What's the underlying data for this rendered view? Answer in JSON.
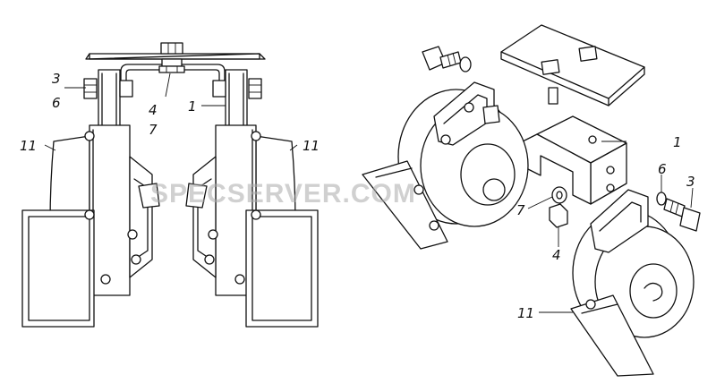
{
  "labels": {
    "left_3": "3",
    "left_6": "6",
    "left_4": "4",
    "left_7": "7",
    "left_1": "1",
    "left_11_a": "11",
    "left_11_b": "11",
    "right_1": "1",
    "right_6": "6",
    "right_3": "3",
    "right_7": "7",
    "right_4": "4",
    "right_11": "11"
  },
  "watermark": "SPECSERVER.COM"
}
